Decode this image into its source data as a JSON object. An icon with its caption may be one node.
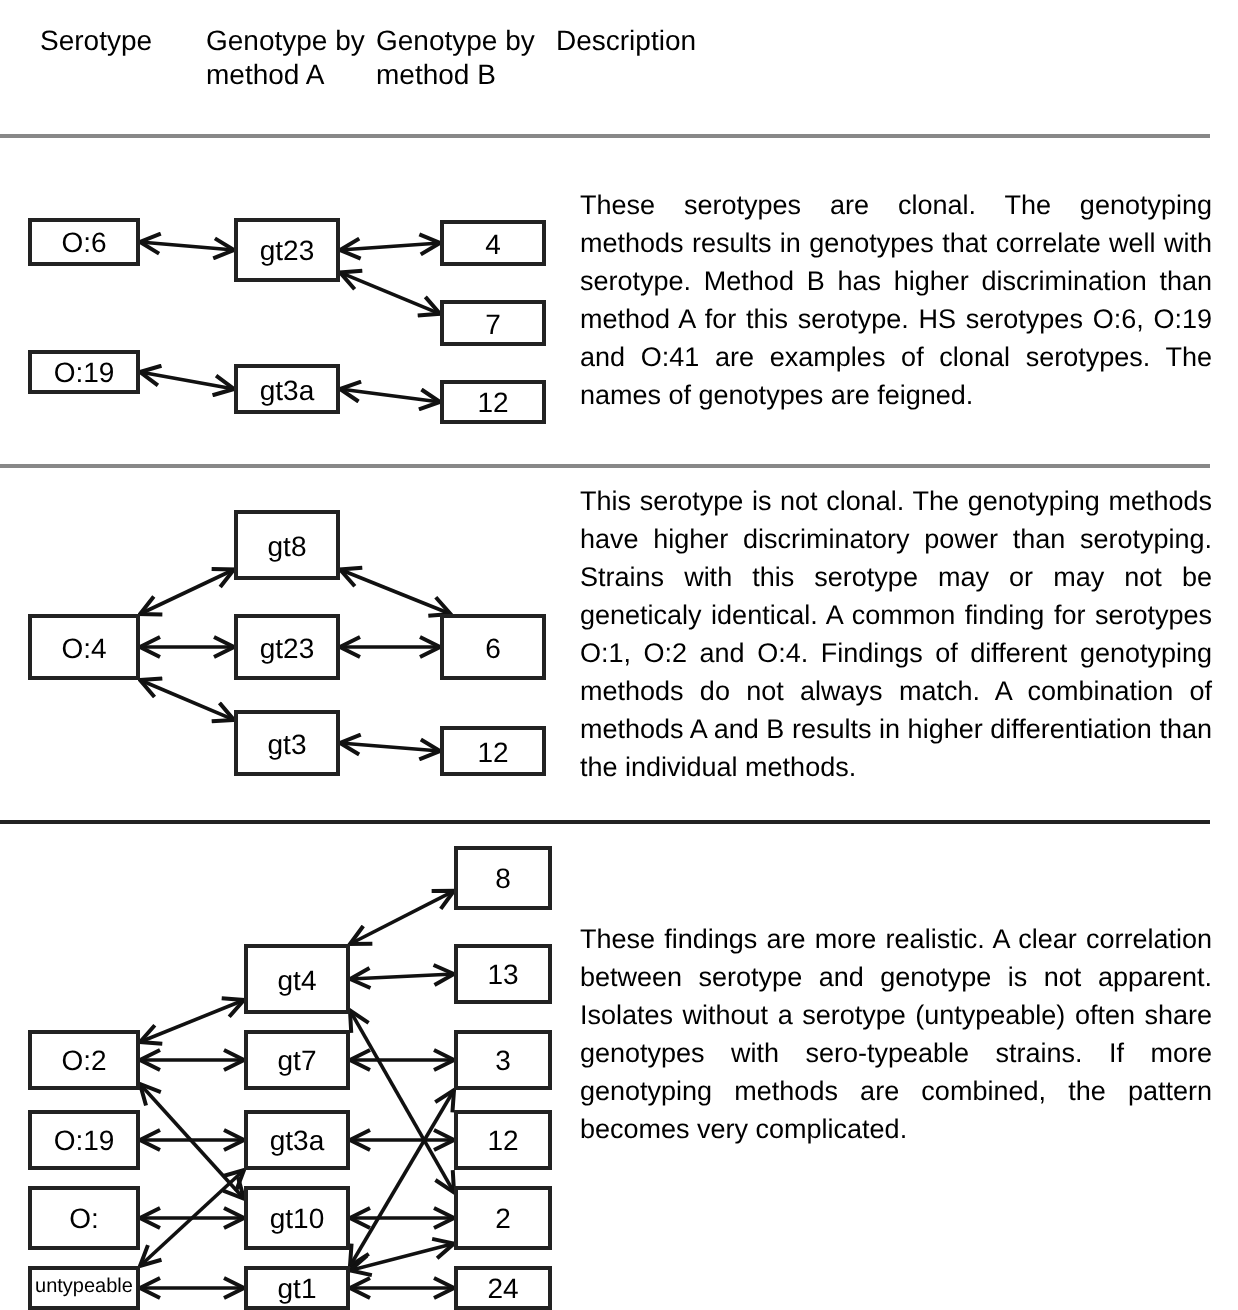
{
  "diagram": {
    "nodes": [
      {
        "text": [
          "O:6"
        ]
      },
      {
        "text": [
          "gt23"
        ]
      },
      {
        "text": [
          "4"
        ]
      },
      {
        "text": [
          "7"
        ]
      },
      {
        "text": [
          "O:19"
        ]
      },
      {
        "text": [
          "gt3a"
        ]
      },
      {
        "text": [
          "12"
        ]
      },
      {
        "text": [
          "gt8"
        ]
      },
      {
        "text": [
          "O:4"
        ]
      },
      {
        "text": [
          "gt23"
        ]
      },
      {
        "text": [
          "6"
        ]
      },
      {
        "text": [
          "gt3"
        ]
      },
      {
        "text": [
          "12"
        ]
      },
      {
        "text": [
          "8"
        ]
      },
      {
        "text": [
          "gt4"
        ]
      },
      {
        "text": [
          "13"
        ]
      },
      {
        "text": [
          "O:2"
        ]
      },
      {
        "text": [
          "gt7"
        ]
      },
      {
        "text": [
          "3"
        ]
      },
      {
        "text": [
          "O:19"
        ]
      },
      {
        "text": [
          "gt3a"
        ]
      },
      {
        "text": [
          "12"
        ]
      },
      {
        "text": [
          "O:"
        ]
      },
      {
        "text": [
          "gt10"
        ]
      },
      {
        "text": [
          "2"
        ]
      },
      {
        "text": [
          "untypeable"
        ]
      },
      {
        "text": [
          "gt1"
        ]
      },
      {
        "text": [
          "24"
        ]
      }
    ],
    "edges": [
      {
        "from": 0,
        "to": 1,
        "arrow": "both"
      },
      {
        "from": 1,
        "to": 2,
        "arrow": "both"
      },
      {
        "from": 1,
        "to": 3,
        "arrow": "both"
      },
      {
        "from": 4,
        "to": 5,
        "arrow": "both"
      },
      {
        "from": 5,
        "to": 6,
        "arrow": "both"
      },
      {
        "from": 8,
        "to": 7,
        "arrow": "both"
      },
      {
        "from": 8,
        "to": 9,
        "arrow": "both"
      },
      {
        "from": 8,
        "to": 11,
        "arrow": "both"
      },
      {
        "from": 7,
        "to": 10,
        "arrow": "both"
      },
      {
        "from": 9,
        "to": 10,
        "arrow": "both"
      },
      {
        "from": 11,
        "to": 12,
        "arrow": "both"
      },
      {
        "from": 16,
        "to": 14,
        "arrow": "both"
      },
      {
        "from": 16,
        "to": 17,
        "arrow": "both"
      },
      {
        "from": 16,
        "to": 23,
        "arrow": "both"
      },
      {
        "from": 19,
        "to": 20,
        "arrow": "both"
      },
      {
        "from": 22,
        "to": 23,
        "arrow": "both"
      },
      {
        "from": 25,
        "to": 20,
        "arrow": "both"
      },
      {
        "from": 25,
        "to": 26,
        "arrow": "both"
      },
      {
        "from": 14,
        "to": 13,
        "arrow": "both"
      },
      {
        "from": 14,
        "to": 15,
        "arrow": "both"
      },
      {
        "from": 14,
        "to": 24,
        "arrow": "both"
      },
      {
        "from": 17,
        "to": 18,
        "arrow": "both"
      },
      {
        "from": 20,
        "to": 21,
        "arrow": "both"
      },
      {
        "from": 23,
        "to": 24,
        "arrow": "both"
      },
      {
        "from": 26,
        "to": 18,
        "arrow": "both"
      },
      {
        "from": 26,
        "to": 24,
        "arrow": "both"
      },
      {
        "from": 26,
        "to": 27,
        "arrow": "both"
      }
    ],
    "labels": [
      "Serotype",
      "Genotype by method A",
      "Genotype by method B",
      "Description",
      "These serotypes are clonal. The genotyping methods results in genotypes that correlate well with serotype. Method B has higher discrimination than method A for this serotype. HS serotypes O:6, O:19 and O:41 are examples of clonal serotypes. The names of genotypes are feigned.",
      "This serotype is not clonal. The genotyping methods have higher discriminatory power than serotyping. Strains with this serotype may or may not be geneticaly identical. A common finding for serotypes O:1, O:2 and O:4. Findings of different genotyping methods do not always match. A combination of methods A and B results in higher differentiation than the individual methods.",
      "These findings are more realistic. A clear correlation between serotype and genotype is not apparent. Isolates without a serotype (untypeable) often share genotypes with sero-typeable strains. If more genotyping methods are combined, the pattern becomes very complicated."
    ]
  }
}
